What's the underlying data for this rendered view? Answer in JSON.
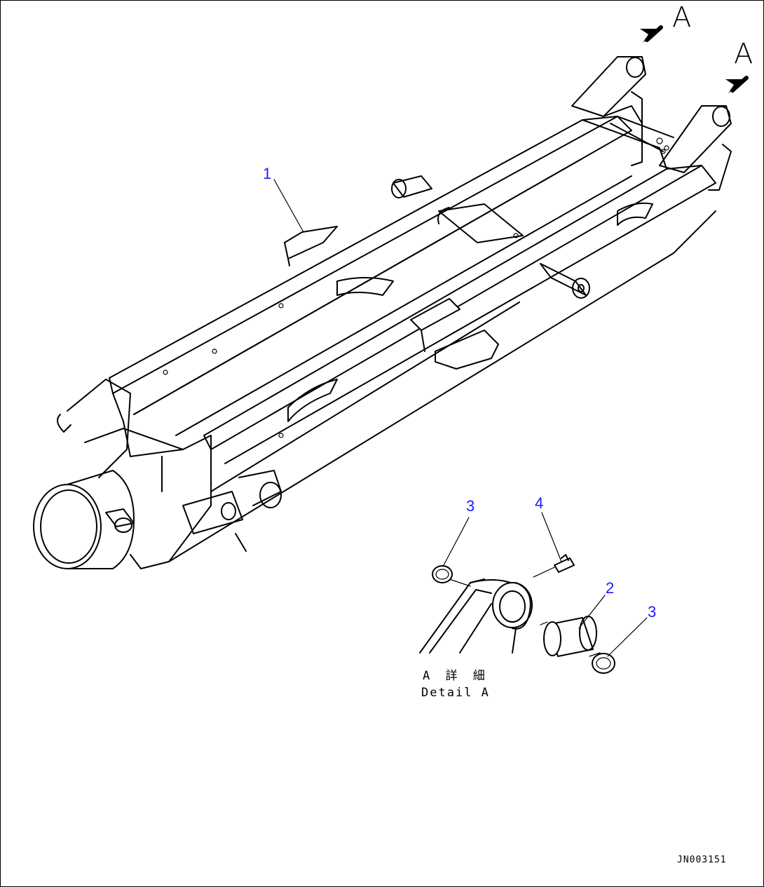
{
  "view_marks": {
    "first": "A",
    "second": "A"
  },
  "callouts": [
    {
      "id": "1",
      "part": "frame"
    },
    {
      "id": "2",
      "part": "bushing"
    },
    {
      "id": "3",
      "part": "ring-upper"
    },
    {
      "id": "3",
      "part": "ring-lower"
    },
    {
      "id": "4",
      "part": "grease-fitting"
    }
  ],
  "detail_caption": {
    "line1": "A 詳 細",
    "line2": "Detail A"
  },
  "drawing_code": "JN003151",
  "colors": {
    "callout": "#1a1aff",
    "line": "#000000",
    "background": "#ffffff"
  }
}
